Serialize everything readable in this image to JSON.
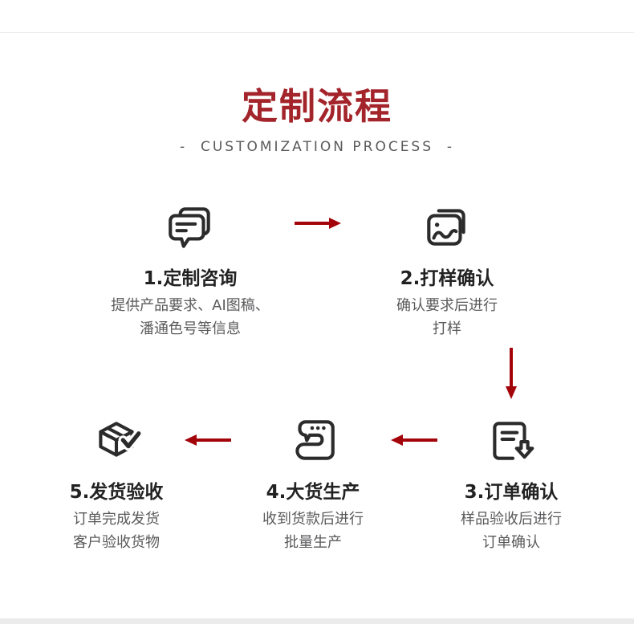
{
  "page": {
    "title": "定制流程",
    "subtitle": "-  CUSTOMIZATION PROCESS  -"
  },
  "steps": [
    {
      "title": "1.定制咨询",
      "desc1": "提供产品要求、AI图稿、",
      "desc2": "潘通色号等信息",
      "icon": "chat-bubbles-icon"
    },
    {
      "title": "2.打样确认",
      "desc1": "确认要求后进行",
      "desc2": "打样",
      "icon": "sample-photo-icon"
    },
    {
      "title": "3.订单确认",
      "desc1": "样品验收后进行",
      "desc2": "订单确认",
      "icon": "order-document-icon"
    },
    {
      "title": "4.大货生产",
      "desc1": "收到货款后进行",
      "desc2": "批量生产",
      "icon": "sewing-machine-icon"
    },
    {
      "title": "5.发货验收",
      "desc1": "订单完成发货",
      "desc2": "客户验收货物",
      "icon": "package-check-icon"
    }
  ],
  "flow": {
    "arrows": [
      "right",
      "down",
      "left",
      "left"
    ]
  },
  "colors": {
    "title_red": "#a3242a",
    "arrow_red": "#a30409",
    "icon_dark": "#2b2b2b",
    "desc_gray": "#5a5a5c",
    "divider_gray": "#ececec",
    "bottom_band_gray": "#ebebeb"
  }
}
